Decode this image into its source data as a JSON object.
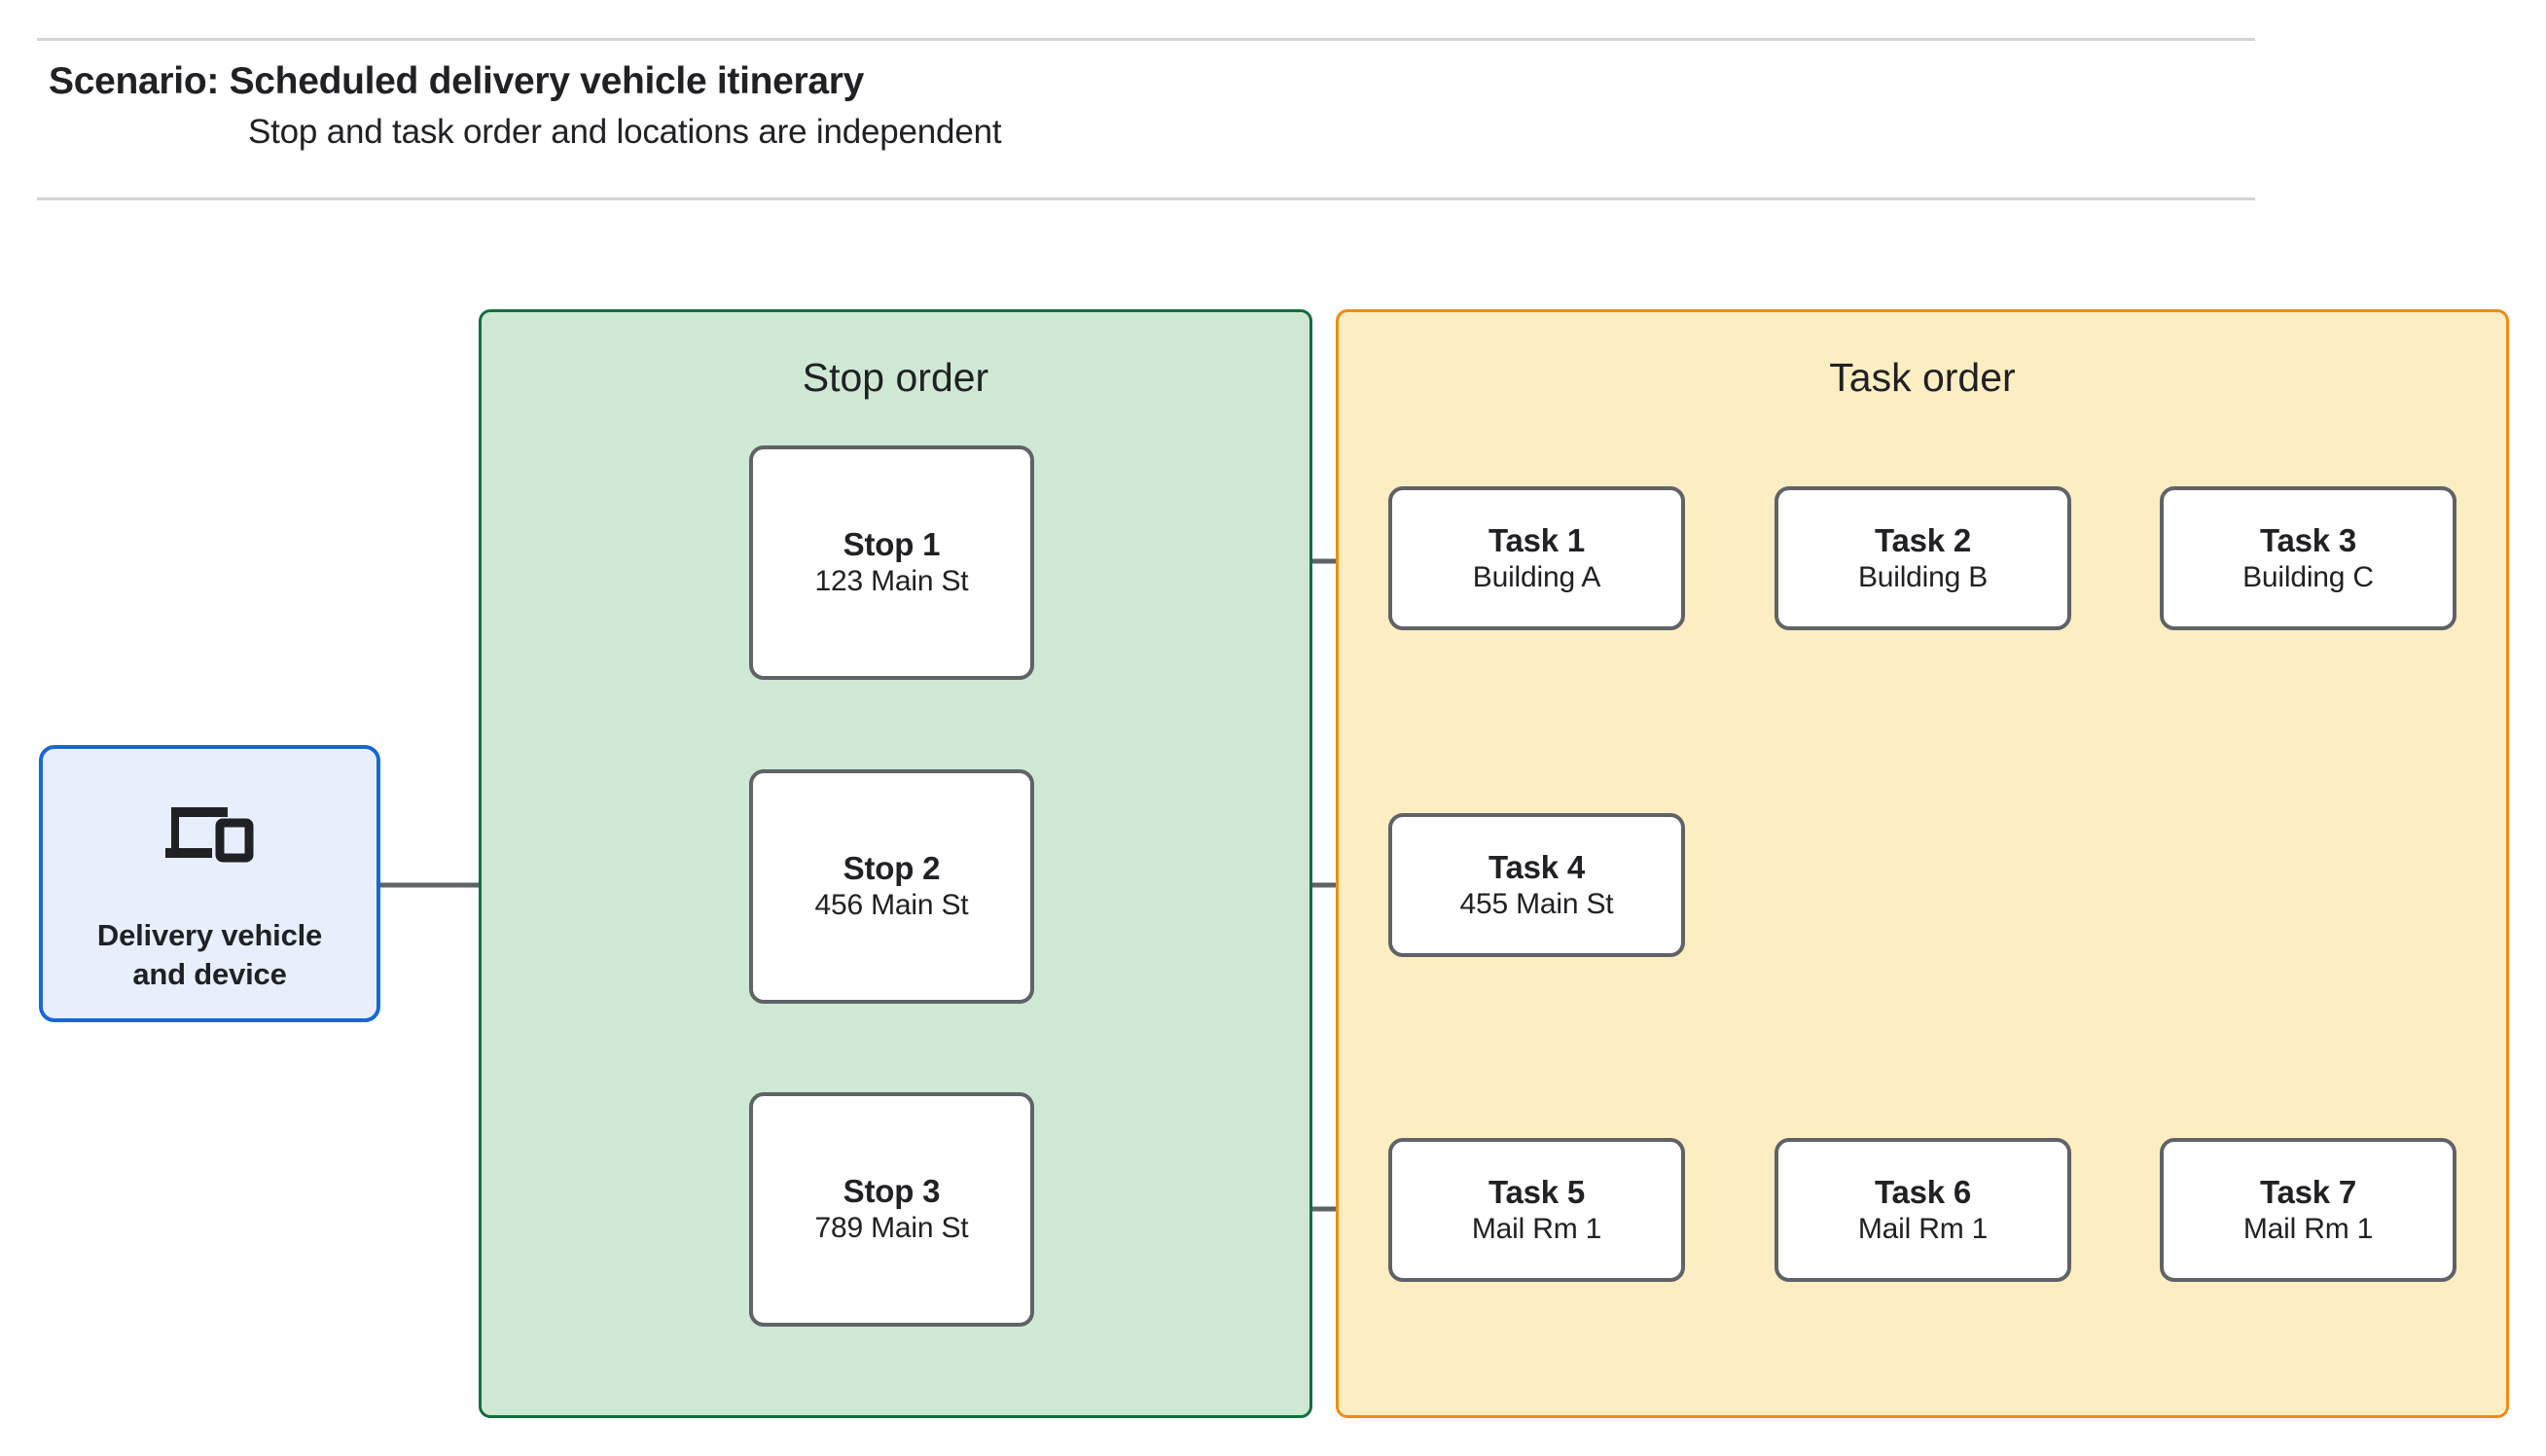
{
  "header": {
    "title": "Scenario: Scheduled delivery vehicle itinerary",
    "subtitle": "Stop and task order and locations are independent"
  },
  "vehicle": {
    "label_line1": "Delivery vehicle",
    "label_line2": "and device",
    "icon": "devices-icon"
  },
  "panels": {
    "stop": {
      "title": "Stop order",
      "fill": "#cfe8d4",
      "border": "#10703a"
    },
    "task": {
      "title": "Task order",
      "fill": "#fdedc2",
      "border": "#f08b16"
    }
  },
  "stops": [
    {
      "name": "Stop 1",
      "location": "123 Main St"
    },
    {
      "name": "Stop 2",
      "location": "456 Main St"
    },
    {
      "name": "Stop 3",
      "location": "789 Main St"
    }
  ],
  "tasks": [
    {
      "name": "Task 1",
      "location": "Building A"
    },
    {
      "name": "Task 2",
      "location": "Building B"
    },
    {
      "name": "Task 3",
      "location": "Building C"
    },
    {
      "name": "Task 4",
      "location": "455 Main St"
    },
    {
      "name": "Task 5",
      "location": "Mail Rm 1"
    },
    {
      "name": "Task 6",
      "location": "Mail Rm 1"
    },
    {
      "name": "Task 7",
      "location": "Mail Rm 1"
    }
  ],
  "colors": {
    "connector": "#5f6368",
    "node_border": "#5f6368",
    "vehicle_border": "#1967d2",
    "vehicle_fill": "#e8effc",
    "rule": "#d4d4d4"
  }
}
